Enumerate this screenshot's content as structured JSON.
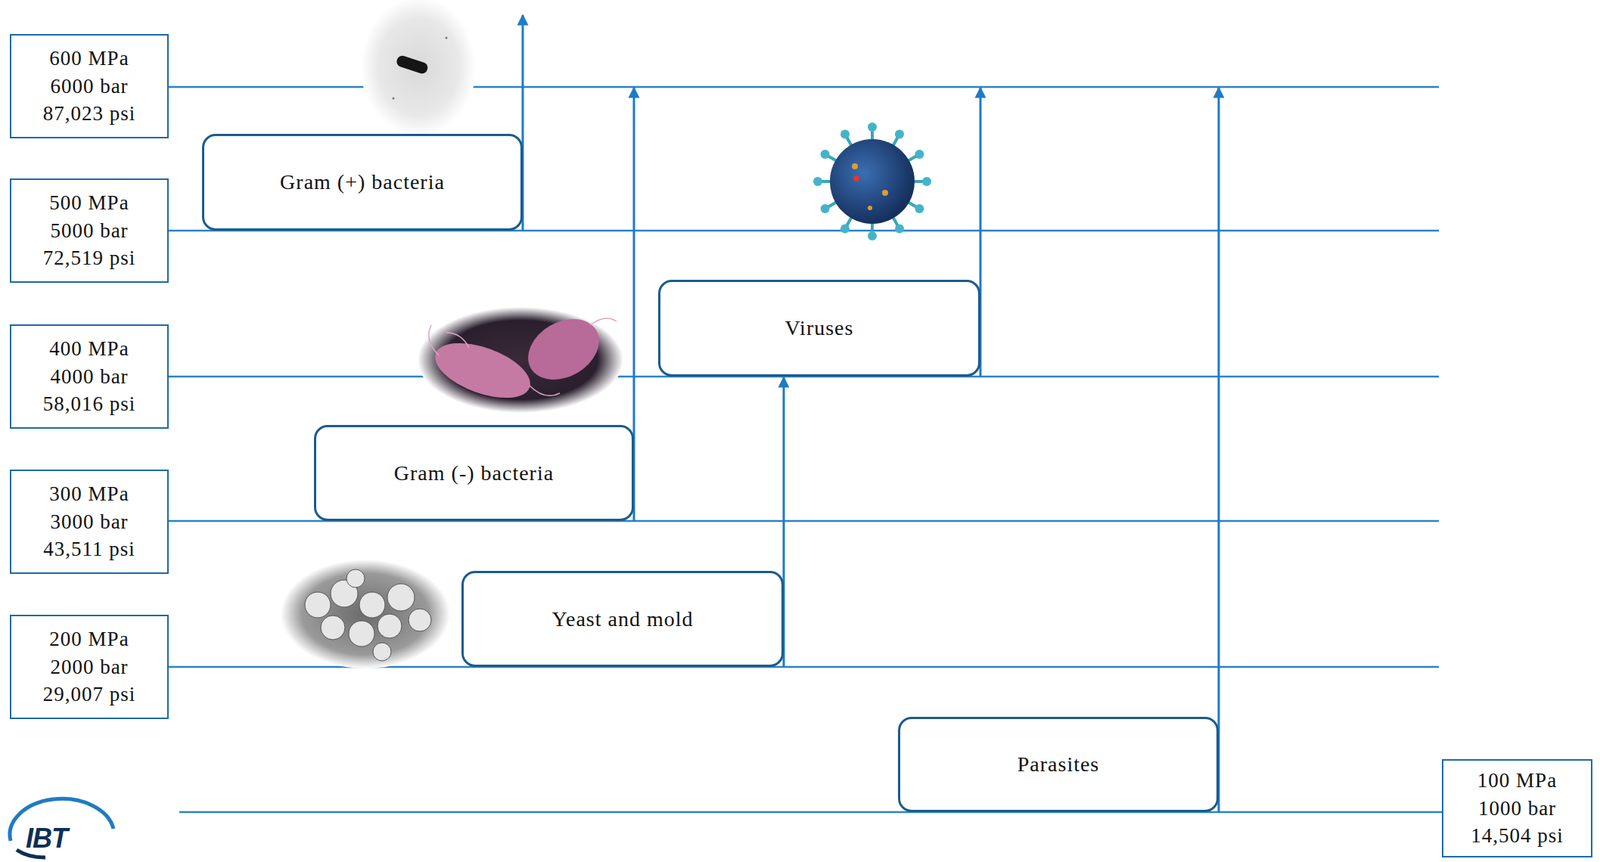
{
  "diagram": {
    "nodes": [
      {
        "text": [
          "600 MPa",
          "6000 bar",
          "87,023 psi"
        ]
      },
      {
        "text": [
          "Gram (+) bacteria"
        ]
      },
      {
        "text": [
          "500 MPa",
          "5000 bar",
          "72,519 psi"
        ]
      },
      {
        "text": [
          "Viruses"
        ]
      },
      {
        "text": [
          "400 MPa",
          "4000 bar",
          "58,016 psi"
        ]
      },
      {
        "text": [
          "Gram (-) bacteria"
        ]
      },
      {
        "text": [
          "300 MPa",
          "3000 bar",
          "43,511 psi"
        ]
      },
      {
        "text": [
          "Yeast and mold"
        ]
      },
      {
        "text": [
          "200 MPa",
          "2000 bar",
          "29,007 psi"
        ]
      },
      {
        "text": [
          "Parasites"
        ]
      },
      {
        "text": [
          "100 MPa",
          "1000 bar",
          "14,504 psi"
        ]
      }
    ],
    "labels": [
      "IBT"
    ]
  }
}
